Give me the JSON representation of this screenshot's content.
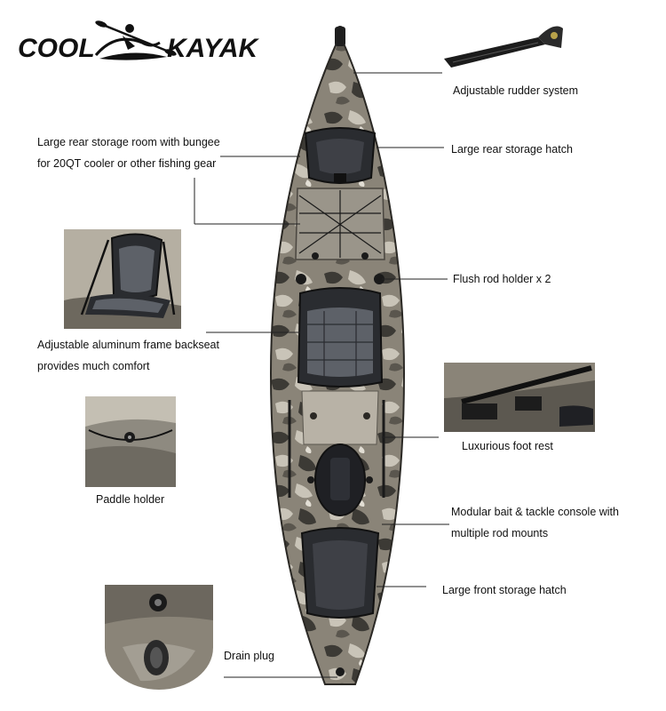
{
  "brand": {
    "logo_text_left": "COOL",
    "logo_text_right": "KAYAK"
  },
  "callouts": {
    "rudder": "Adjustable rudder system",
    "rear_hatch": "Large rear storage hatch",
    "rear_storage_line1": "Large rear storage room with bungee",
    "rear_storage_line2": "for 20QT cooler or other  fishing gear",
    "rod_holder": "Flush rod holder x 2",
    "backseat_line1": "Adjustable  aluminum frame backseat",
    "backseat_line2": "provides much comfort",
    "foot_rest": "Luxurious foot rest",
    "paddle_holder": "Paddle holder",
    "console_line1": "Modular bait & tackle console with",
    "console_line2": "multiple rod mounts",
    "front_hatch": "Large front storage hatch",
    "drain_plug": "Drain plug"
  },
  "colors": {
    "camo_base": "#8a8478",
    "camo_dark": "#3c3a35",
    "camo_light": "#c9c4b8",
    "seat_dark": "#2a2c30",
    "seat_mesh": "#5d6168",
    "logo_black": "#111111"
  }
}
